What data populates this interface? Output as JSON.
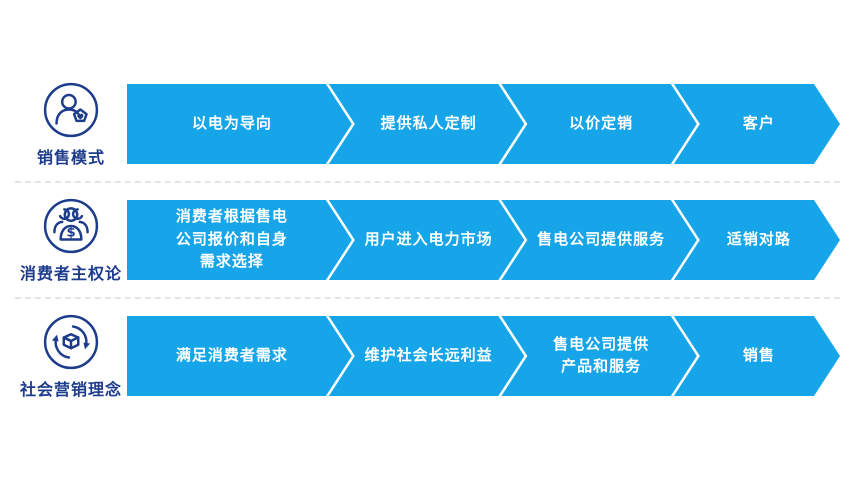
{
  "colors": {
    "band": "#16A5E9",
    "navy": "#1E3C8C",
    "band-text": "#FFFFFF",
    "divider": "#E5E5E5",
    "background": "#FFFFFF"
  },
  "icons": {
    "dollar_sign": "$"
  },
  "rows": [
    {
      "label": "销售模式",
      "icon": "user-heart-icon",
      "steps": [
        "以电为导向",
        "提供私人定制",
        "以价定销",
        "客户"
      ]
    },
    {
      "label": "消费者主权论",
      "icon": "consumers-dollar-icon",
      "steps": [
        "消费者根据售电\n公司报价和自身\n需求选择",
        "用户进入电力市场",
        "售电公司提供服务",
        "适销对路"
      ]
    },
    {
      "label": "社会营销理念",
      "icon": "cube-recycle-icon",
      "steps": [
        "满足消费者需求",
        "维护社会长远利益",
        "售电公司提供\n产品和服务",
        "销售"
      ]
    }
  ]
}
